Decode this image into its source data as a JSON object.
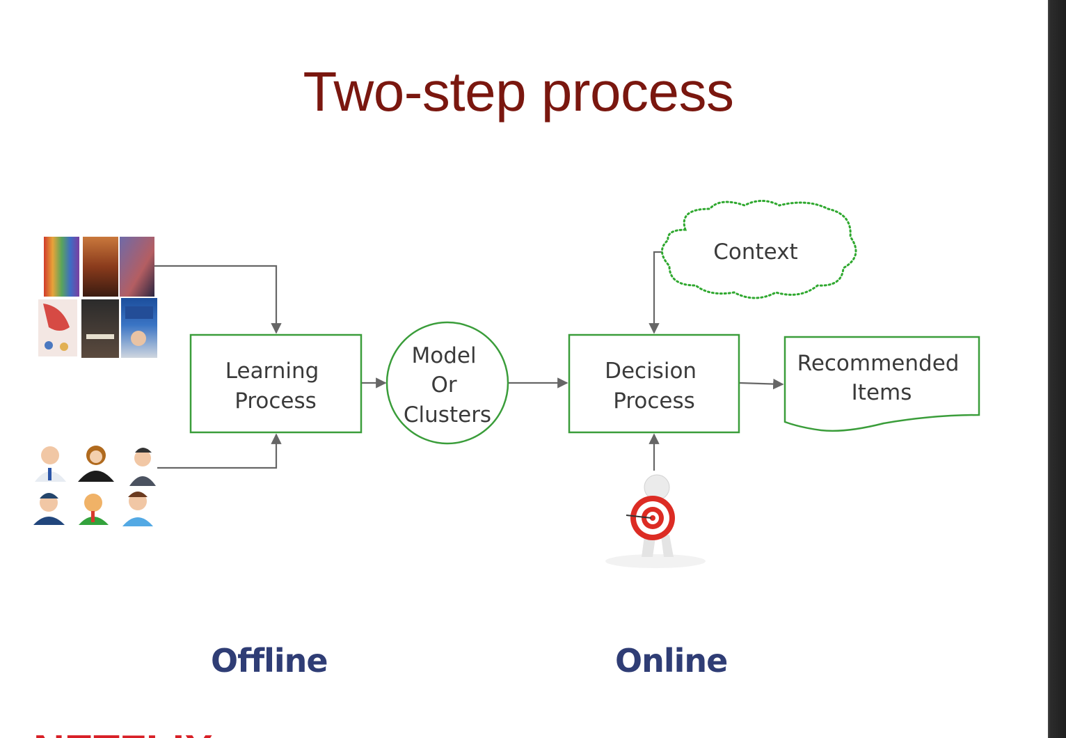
{
  "title": "Two-step process",
  "nodes": {
    "learning": [
      "Learning",
      "Process"
    ],
    "model": [
      "Model",
      "Or",
      "Clusters"
    ],
    "decision": [
      "Decision",
      "Process"
    ],
    "recommended": [
      "Recommended",
      "Items"
    ],
    "context": "Context"
  },
  "phases": {
    "offline": "Offline",
    "online": "Online"
  },
  "logo": "NETFLIX",
  "colors": {
    "title": "#7a170f",
    "node_border": "#3a9d3a",
    "context_cloud": "#2fa82f",
    "phase_label": "#2f3d75",
    "logo": "#d81f26",
    "arrow": "#666666"
  },
  "icons": {
    "movie_posters": "movie-posters-icon",
    "users": "users-icon",
    "target_person": "target-person-icon"
  }
}
